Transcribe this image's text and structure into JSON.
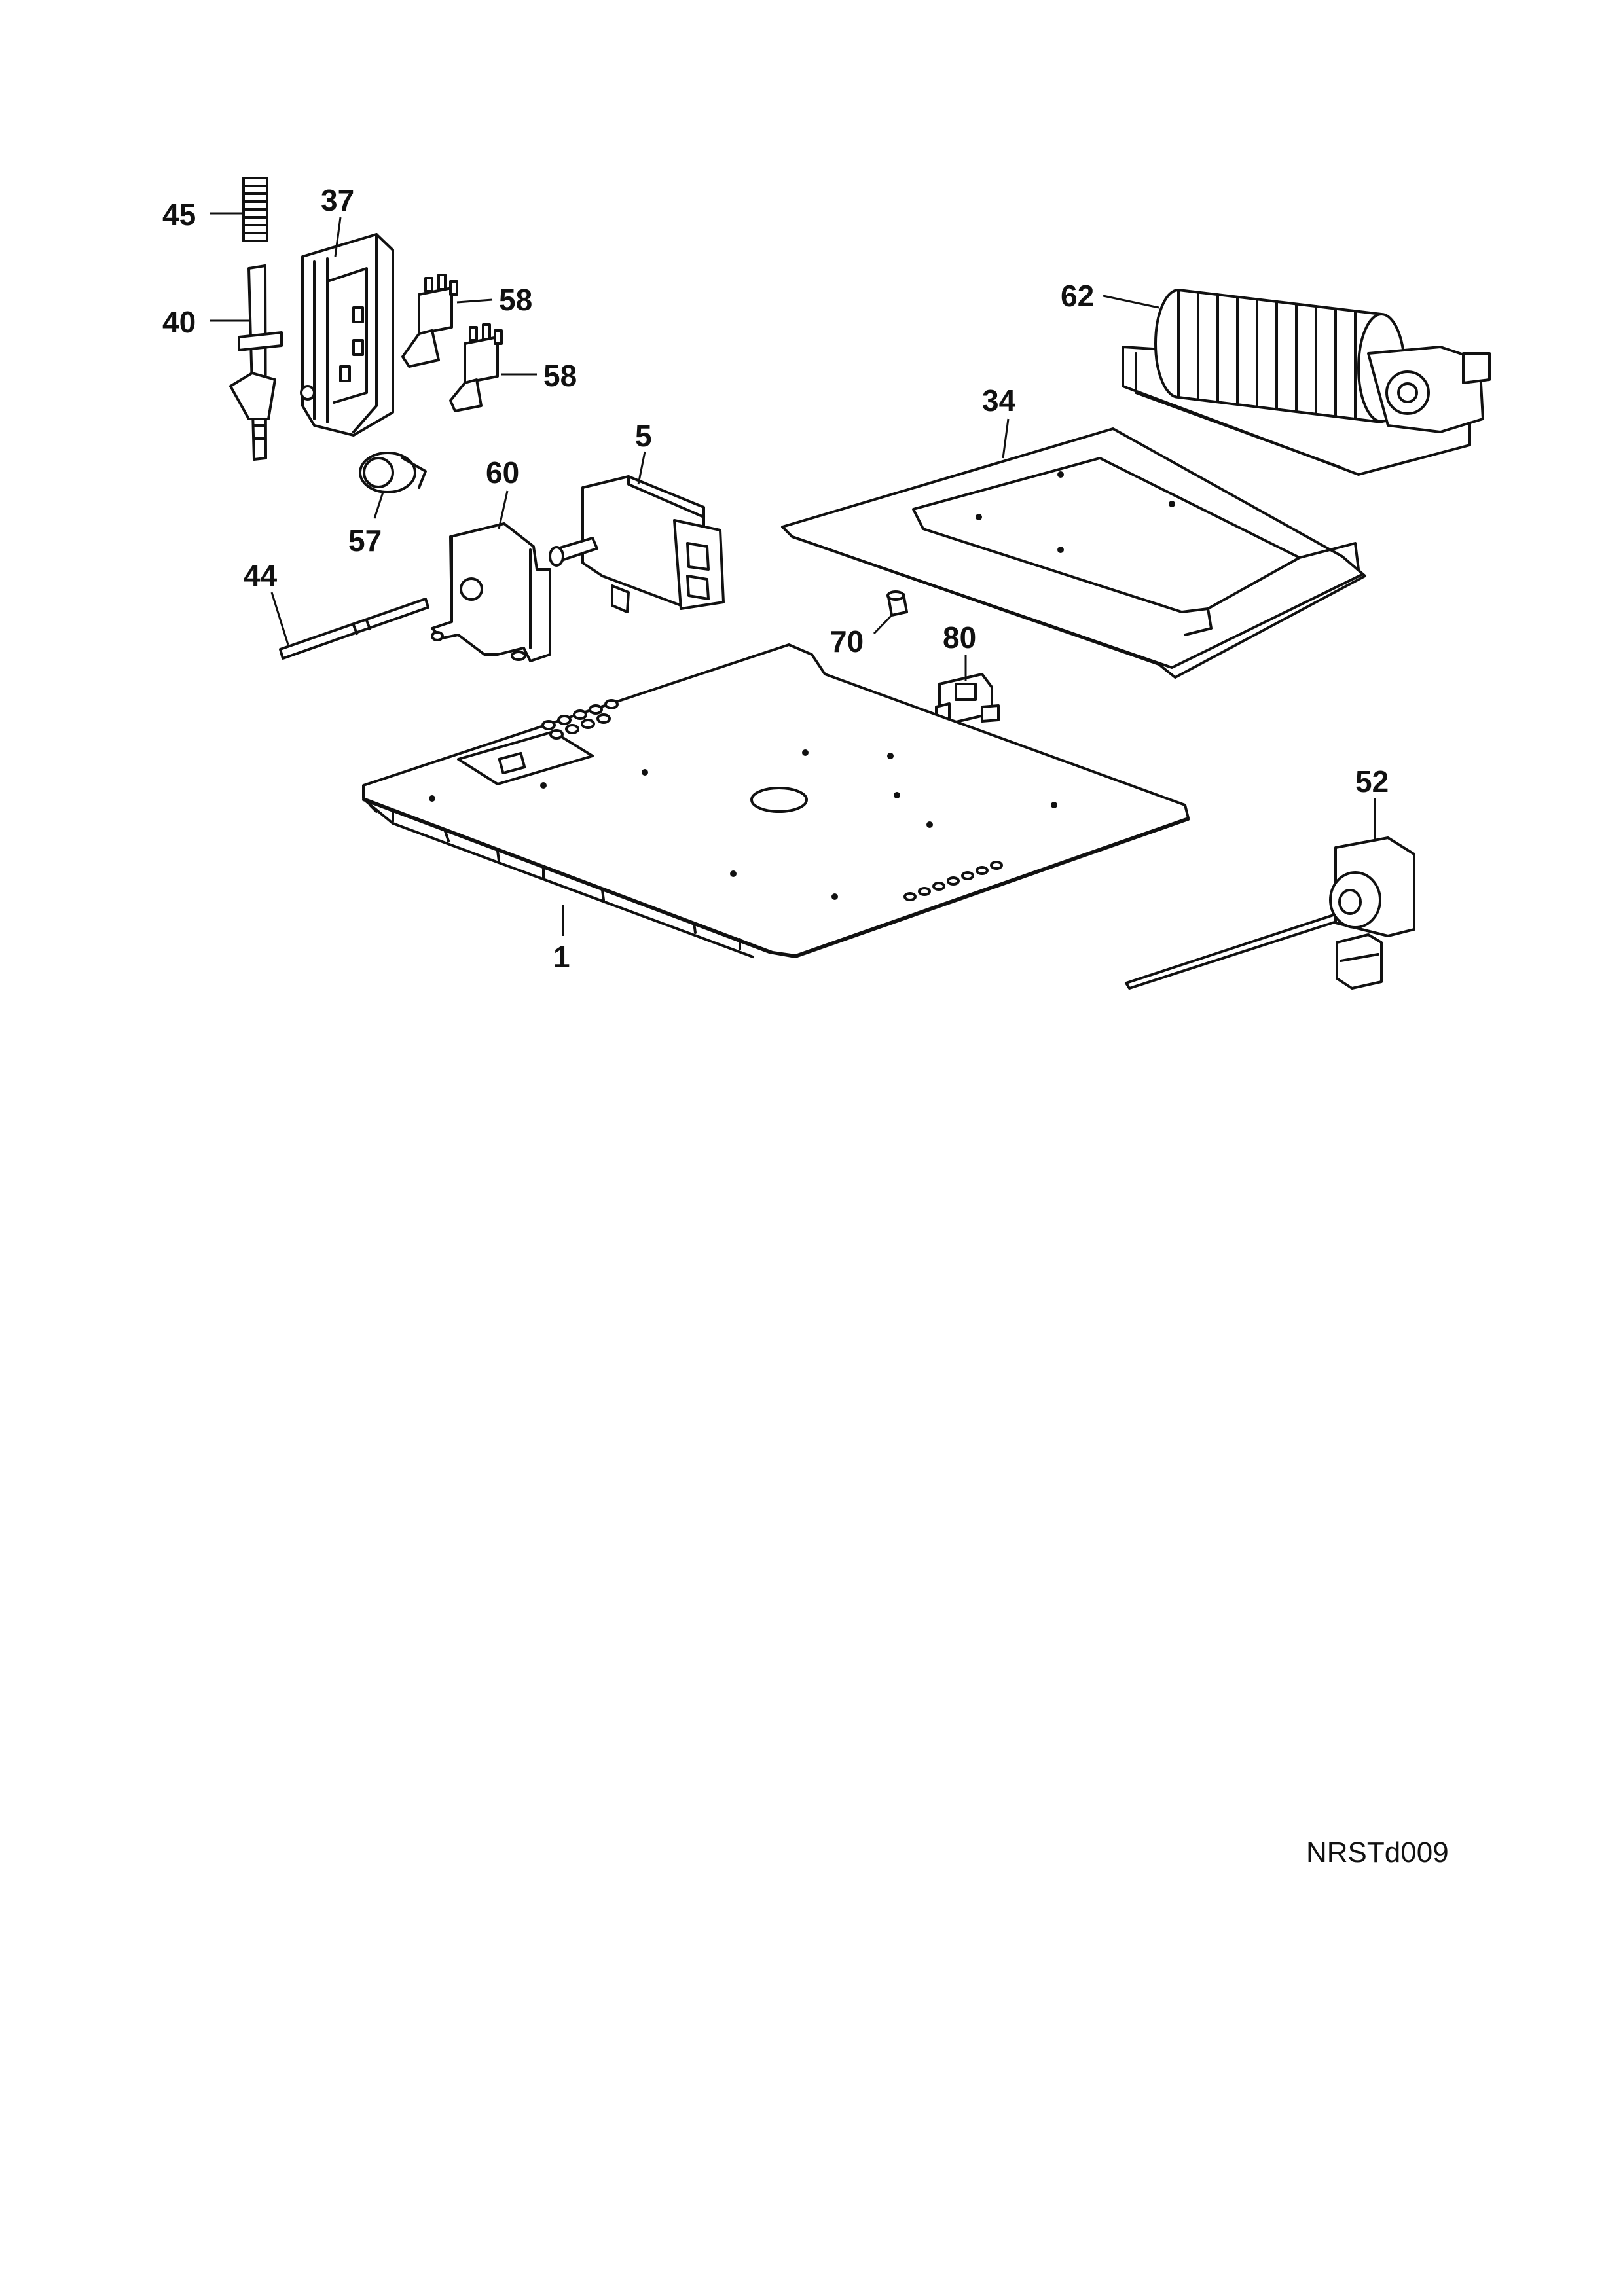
{
  "diagram_code": "NRSTd009",
  "parts": [
    {
      "id": "p45",
      "label": "45"
    },
    {
      "id": "p37",
      "label": "37"
    },
    {
      "id": "p40",
      "label": "40"
    },
    {
      "id": "p58a",
      "label": "58"
    },
    {
      "id": "p58b",
      "label": "58"
    },
    {
      "id": "p62",
      "label": "62"
    },
    {
      "id": "p34",
      "label": "34"
    },
    {
      "id": "p5",
      "label": "5"
    },
    {
      "id": "p60",
      "label": "60"
    },
    {
      "id": "p57",
      "label": "57"
    },
    {
      "id": "p44",
      "label": "44"
    },
    {
      "id": "p70",
      "label": "70"
    },
    {
      "id": "p80",
      "label": "80"
    },
    {
      "id": "p52",
      "label": "52"
    },
    {
      "id": "p1",
      "label": "1"
    }
  ]
}
